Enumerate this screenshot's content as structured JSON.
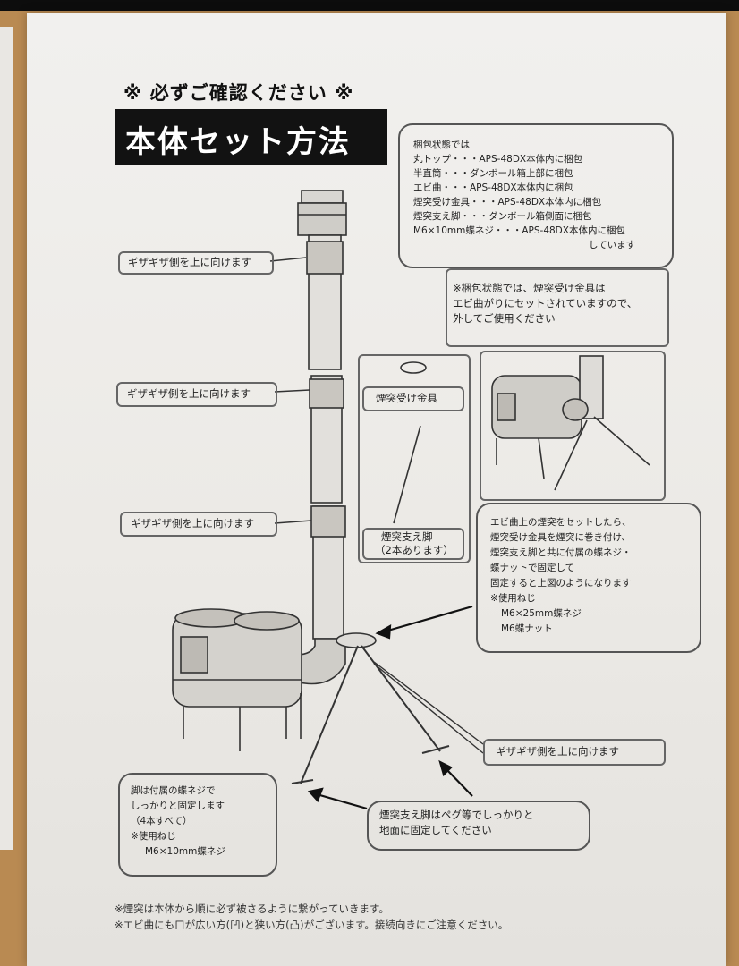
{
  "header": {
    "notice": "※ 必ずご確認ください ※",
    "title": "本体セット方法"
  },
  "packing_note": {
    "lines": [
      "梱包状態では",
      "丸トップ・・・APS-48DX本体内に梱包",
      "半直筒・・・ダンボール箱上部に梱包",
      "エビ曲・・・APS-48DX本体内に梱包",
      "煙突受け金具・・・APS-48DX本体内に梱包",
      "煙突支え脚・・・ダンボール箱側面に梱包",
      "M6×10mm蝶ネジ・・・APS-48DX本体内に梱包",
      "しています"
    ]
  },
  "packing_note2": {
    "lines": [
      "※梱包状態では、煙突受け金具は",
      "エビ曲がりにセットされていますので、",
      "外してご使用ください"
    ]
  },
  "parts": {
    "receiver_label": "煙突受け金具",
    "leg_label": "煙突支え脚",
    "leg_count": "（2本あります）"
  },
  "setup_note": {
    "lines": [
      "エビ曲上の煙突をセットしたら、",
      "煙突受け金具を煙突に巻き付け、",
      "煙突支え脚と共に付属の蝶ネジ・",
      "蝶ナットで固定して",
      "固定すると上図のようになります",
      "※使用ねじ",
      "M6×25mm蝶ネジ",
      "M6蝶ナット"
    ]
  },
  "callouts": {
    "jagged_up_1": "ギザギザ側を上に向けます",
    "jagged_up_2": "ギザギザ側を上に向けます",
    "jagged_up_3": "ギザギザ側を上に向けます",
    "jagged_up_4": "ギザギザ側を上に向けます"
  },
  "legs_note": {
    "lines": [
      "脚は付属の蝶ネジで",
      "しっかりと固定します",
      "（4本すべて）",
      "※使用ねじ",
      "M6×10mm蝶ネジ"
    ]
  },
  "peg_note": {
    "lines": [
      "煙突支え脚はペグ等でしっかりと",
      "地面に固定してください"
    ]
  },
  "footer": {
    "line1": "※煙突は本体から順に必ず被さるように繋がっていきます。",
    "line2": "※エビ曲にも口が広い方(凹)と狭い方(凸)がございます。接続向きにご注意ください。"
  }
}
